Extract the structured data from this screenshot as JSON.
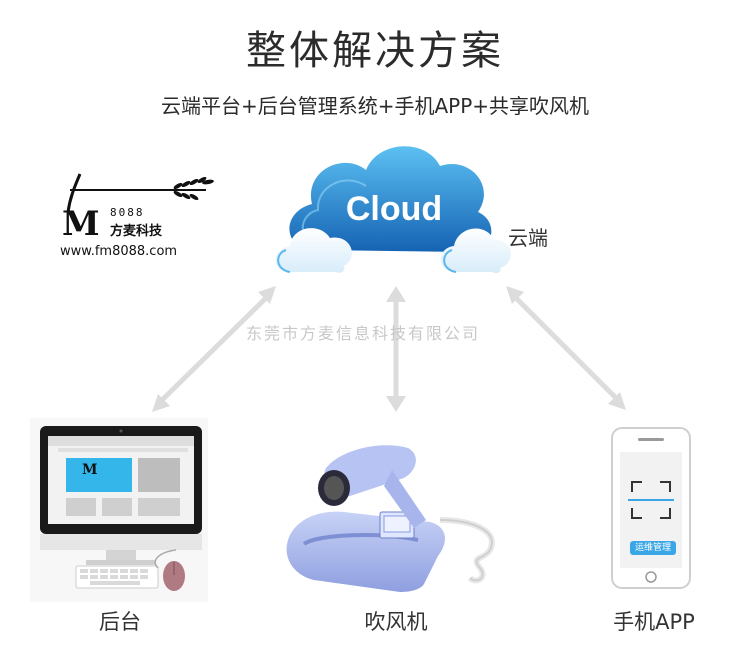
{
  "title": "整体解决方案",
  "subtitle": "云端平台+后台管理系统+手机APP+共享吹风机",
  "watermark": "东莞市方麦信息科技有限公司",
  "logo": {
    "mark": "M",
    "number": "8088",
    "brand": "方麦科技",
    "url": "www.fm8088.com"
  },
  "cloud": {
    "text": "Cloud",
    "label": "云端"
  },
  "nodes": {
    "backend": {
      "label": "后台"
    },
    "dryer": {
      "label": "吹风机"
    },
    "app": {
      "label": "手机APP",
      "button": "运维管理"
    }
  },
  "colors": {
    "cloud_top": "#3fa9e8",
    "cloud_bottom": "#1769b8",
    "arrow": "#d9d9d9",
    "dryer": "#a9b8ee",
    "app_accent": "#3aa6e6"
  }
}
